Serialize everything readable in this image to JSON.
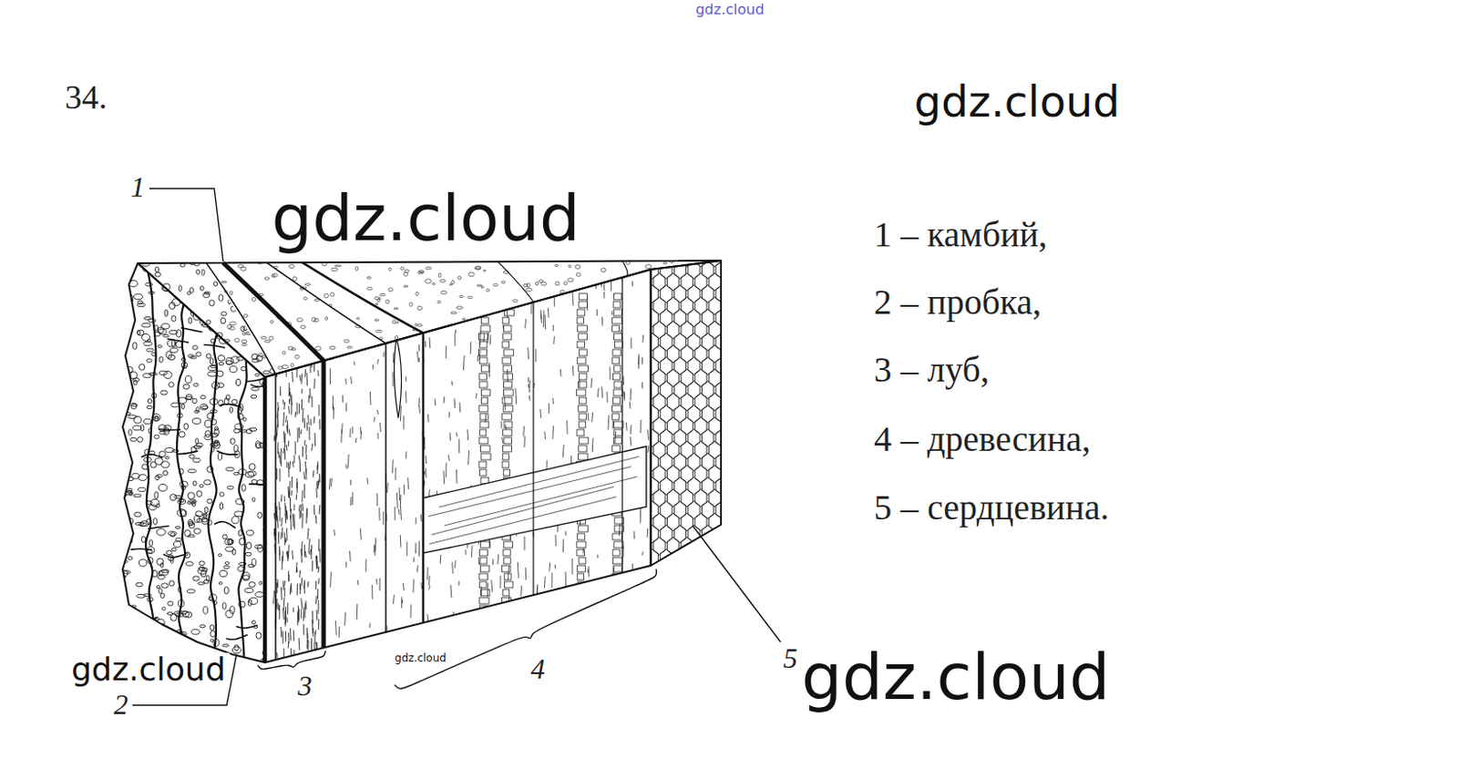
{
  "diagram": {
    "labels": [
      "gdz.cloud",
      "34.",
      "gdz.cloud",
      "1",
      "gdz.cloud",
      "1 – камбий,",
      "2 – пробка,",
      "3 – луб,",
      "4 – древесина,",
      "5 – сердцевина.",
      "5",
      "gdz.cloud",
      "gdz.cloud",
      "4",
      "3",
      "2",
      "gdz.cloud"
    ]
  }
}
